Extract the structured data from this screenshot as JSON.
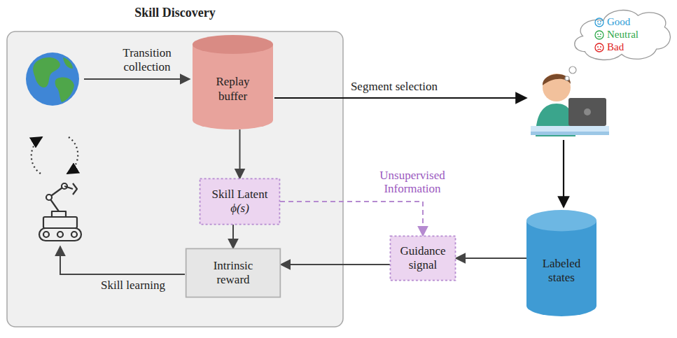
{
  "diagram": {
    "nodes": [
      {
        "text": [
          "Skill Discovery"
        ]
      },
      {
        "text": [
          "Replay buffer"
        ],
        "in": 0
      },
      {
        "text": [
          "Skill Latent",
          "ϕ(s)"
        ],
        "in": 0
      },
      {
        "text": [
          "Intrinsic reward"
        ],
        "in": 0
      },
      {
        "text": [
          "Good",
          "Neutral",
          "Bad"
        ]
      },
      {
        "text": [
          "Labeled states"
        ]
      },
      {
        "text": [
          "Guidance signal"
        ]
      }
    ],
    "edges": [
      {
        "from": 1,
        "to": 2,
        "arrow": "to"
      },
      {
        "from": 2,
        "to": 3,
        "arrow": "to"
      },
      {
        "from": 2,
        "to": 6,
        "arrow": "to",
        "label": "Unsupervised Information"
      },
      {
        "from": 5,
        "to": 6,
        "arrow": "to"
      },
      {
        "from": 6,
        "to": 3,
        "arrow": "to"
      }
    ],
    "labels": [
      "Transition collection",
      "Segment selection",
      "Skill learning"
    ]
  }
}
